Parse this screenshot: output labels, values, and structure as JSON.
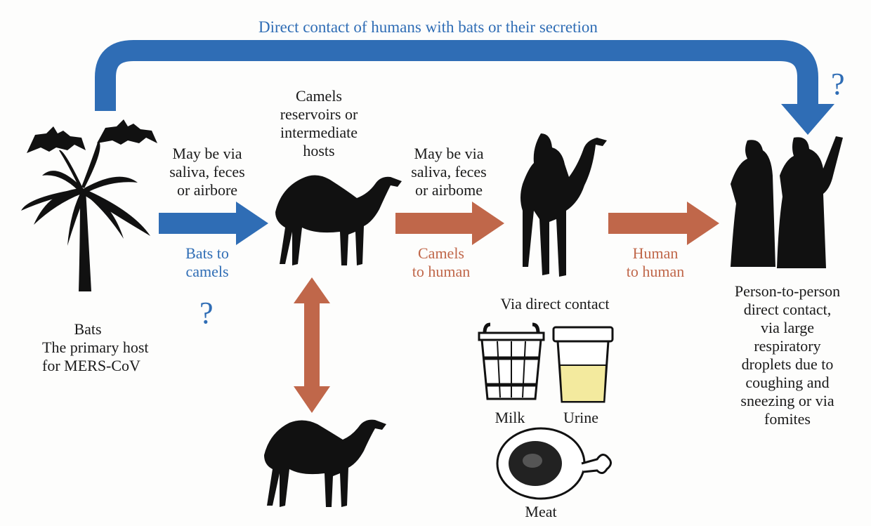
{
  "colors": {
    "blue": "#2f6db5",
    "rust": "#c0674a",
    "silhouette": "#111111",
    "text": "#1a1a1a"
  },
  "top_arrow": {
    "label": "Direct contact of humans with bats or their secretion",
    "question": "?"
  },
  "bats": {
    "title": "Bats",
    "line2": "The primary host",
    "line3": "for MERS-CoV"
  },
  "route_bats_camels": {
    "mode_l1": "May be via",
    "mode_l2": "saliva, feces",
    "mode_l3": "or airbore",
    "direction_l1": "Bats to",
    "direction_l2": "camels",
    "question": "?"
  },
  "camels": {
    "l1": "Camels",
    "l2": "reservoirs or",
    "l3": "intermediate",
    "l4": "hosts"
  },
  "route_camels_human": {
    "mode_l1": "May be via",
    "mode_l2": "saliva, feces",
    "mode_l3": "or airbome",
    "direction_l1": "Camels",
    "direction_l2": "to human"
  },
  "direct_contact": {
    "title": "Via direct contact",
    "items": [
      "Milk",
      "Urine",
      "Meat"
    ]
  },
  "route_human_human": {
    "direction_l1": "Human",
    "direction_l2": "to human"
  },
  "person_to_person": {
    "lines": [
      "Person-to-person",
      "direct contact,",
      "via large",
      "respiratory",
      "droplets due to",
      "coughing and",
      "sneezing or via",
      "fomites"
    ]
  },
  "icons": [
    "bat-icon",
    "palm-tree-icon",
    "camel-icon",
    "camel-rider-icon",
    "people-icon",
    "milk-bucket-icon",
    "urine-jar-icon",
    "meat-icon"
  ]
}
